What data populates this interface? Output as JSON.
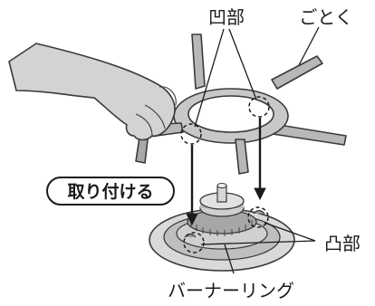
{
  "labels": {
    "concave": "凹部",
    "trivet": "ごとく",
    "attach": "取り付ける",
    "convex": "凸部",
    "burner_ring": "バーナーリング"
  },
  "colors": {
    "line": "#3a3a3a",
    "metal": "#c8c8c8",
    "metal_dark": "#8e8e8e",
    "glove": "#d3d3d3",
    "arrow": "#1a1a1a"
  },
  "icons": [
    "hand-glove-icon",
    "trivet-icon",
    "burner-icon",
    "down-arrow-icon"
  ]
}
